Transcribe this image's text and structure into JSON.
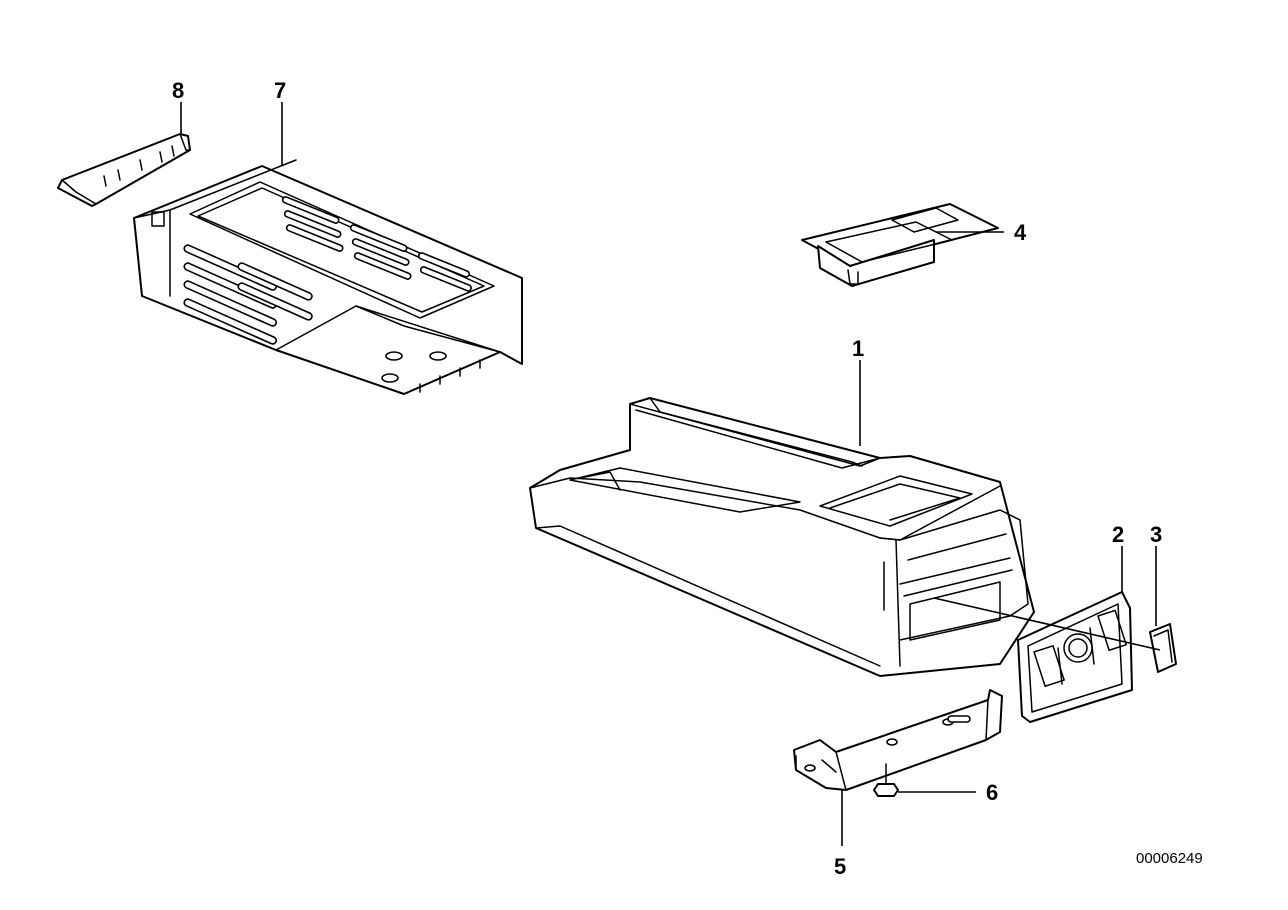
{
  "diagram": {
    "drawing_number": "00006249",
    "callouts": [
      {
        "id": "1",
        "label": "1"
      },
      {
        "id": "2",
        "label": "2"
      },
      {
        "id": "3",
        "label": "3"
      },
      {
        "id": "4",
        "label": "4"
      },
      {
        "id": "5",
        "label": "5"
      },
      {
        "id": "6",
        "label": "6"
      },
      {
        "id": "7",
        "label": "7"
      },
      {
        "id": "8",
        "label": "8"
      }
    ]
  }
}
